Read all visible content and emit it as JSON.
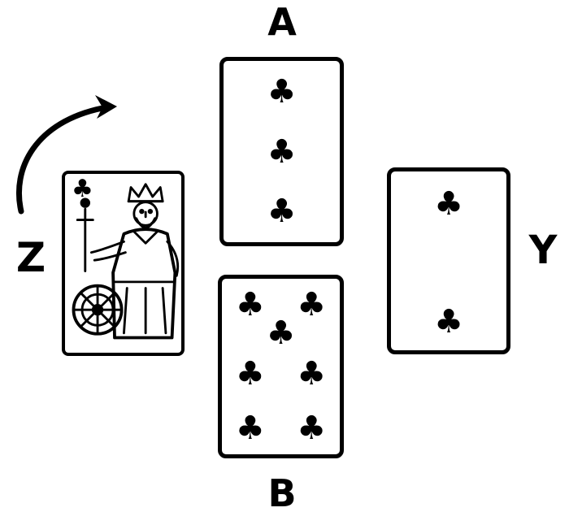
{
  "labels": {
    "top": "A",
    "bottom": "B",
    "right": "Y",
    "left": "Z"
  },
  "cards": {
    "a": {
      "position": "top",
      "name": "three-of-clubs",
      "rank": "3",
      "suit": "clubs",
      "pip": "♣",
      "pip_count": 3
    },
    "b": {
      "position": "bottom",
      "name": "seven-of-clubs",
      "rank": "7",
      "suit": "clubs",
      "pip": "♣",
      "pip_count": 7
    },
    "y": {
      "position": "right",
      "name": "two-of-clubs",
      "rank": "2",
      "suit": "clubs",
      "pip": "♣",
      "pip_count": 2
    },
    "z": {
      "position": "left",
      "name": "king-of-clubs",
      "rank": "K",
      "suit": "clubs",
      "pip": "♣"
    }
  },
  "arrow": {
    "meaning": "curved arrow pointing from Z upward toward A"
  },
  "colors": {
    "ink": "#000000",
    "background": "#ffffff"
  }
}
